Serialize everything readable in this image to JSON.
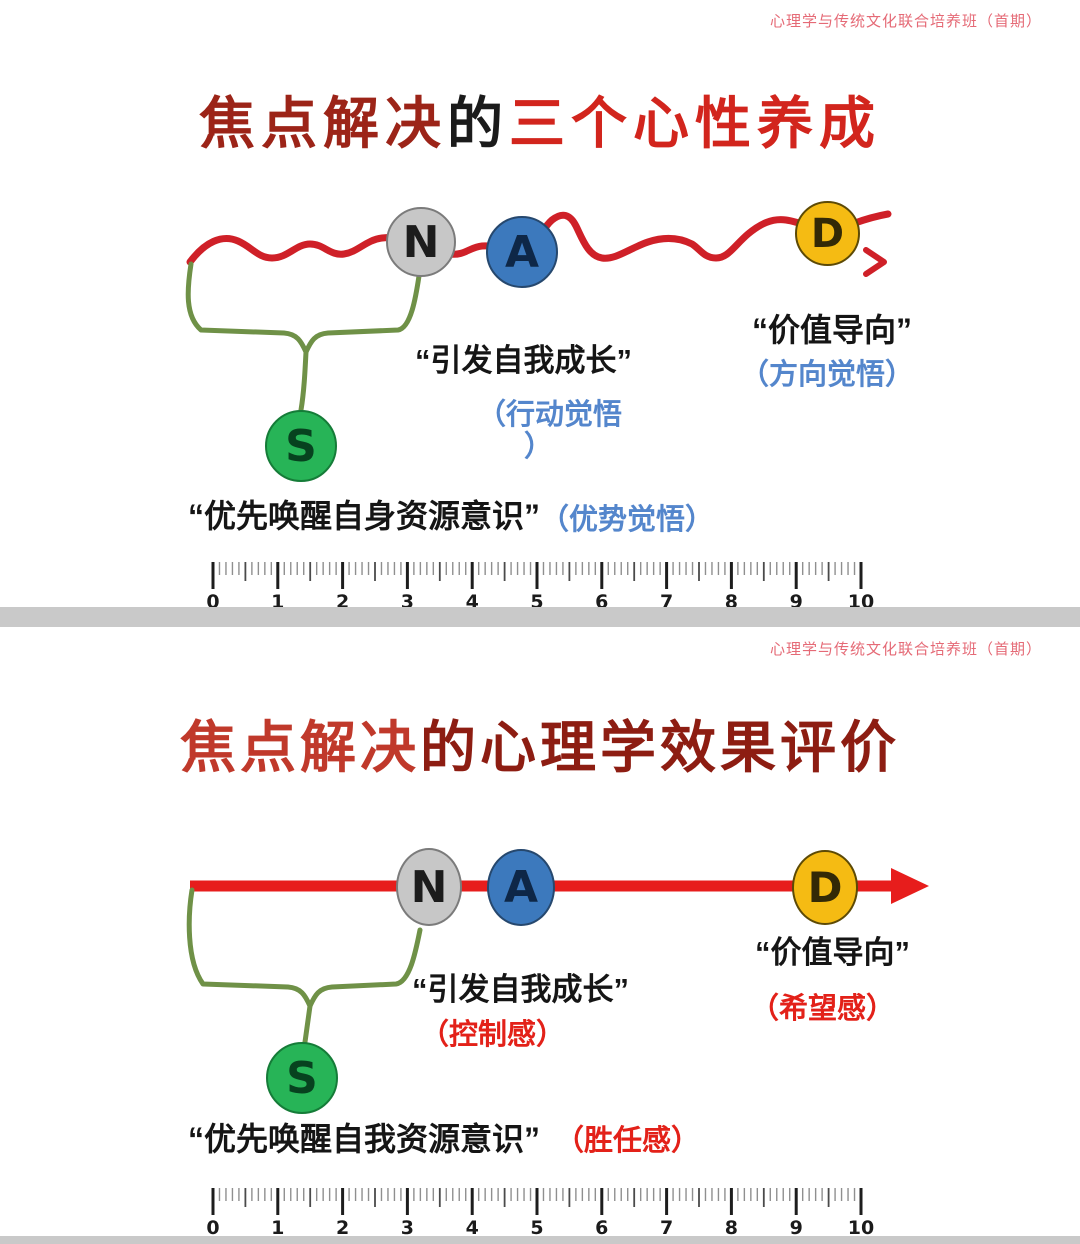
{
  "watermark": "心理学与传统文化联合培养班（首期）",
  "nodes": {
    "s": "S",
    "n": "N",
    "a": "A",
    "d": "D"
  },
  "panel1": {
    "title": {
      "part1": "焦点解决",
      "part2": "的",
      "part3": "三个心性养成"
    },
    "labels": {
      "growth": "“引发自我成长”",
      "growth_sub_line1": "（行动觉悟",
      "growth_sub_line2": "）",
      "value": "“价值导向”",
      "value_sub": "（方向觉悟）",
      "resource": "“优先唤醒自身资源意识”",
      "resource_sub": "（优势觉悟）"
    },
    "ruler": {
      "min": 0,
      "max": 10,
      "labels": [
        "0",
        "1",
        "2",
        "3",
        "4",
        "5",
        "6",
        "7",
        "8",
        "9",
        "10"
      ]
    }
  },
  "panel2": {
    "title": {
      "part1": "焦点解决",
      "part2": "的心理学效果评价"
    },
    "labels": {
      "growth": "“引发自我成长”",
      "growth_sub": "（控制感）",
      "value": "“价值导向”",
      "value_sub": "（希望感）",
      "resource": "“优先唤醒自我资源意识”",
      "resource_sub": "（胜任感）"
    },
    "ruler": {
      "min": 0,
      "max": 10,
      "labels": [
        "0",
        "1",
        "2",
        "3",
        "4",
        "5",
        "6",
        "7",
        "8",
        "9",
        "10"
      ]
    }
  },
  "colors": {
    "watermark_pink": "#e56a76",
    "title_dark_red": "#9c2418",
    "title_bright_red": "#d2251d",
    "title2_red": "#c0392b",
    "title2_dark_red": "#8d1d12",
    "wavy_line_red": "#cf2028",
    "arrow_red": "#e71d1c",
    "bracket_green": "#6f9147",
    "node_n_gray": "#c7c7c7",
    "node_a_blue": "#3c79bd",
    "node_d_yellow": "#f5bb13",
    "node_s_green": "#27b457",
    "sub_blue": "#5486cc",
    "sub_red": "#e32119",
    "divider_gray": "#c9c9c9"
  }
}
